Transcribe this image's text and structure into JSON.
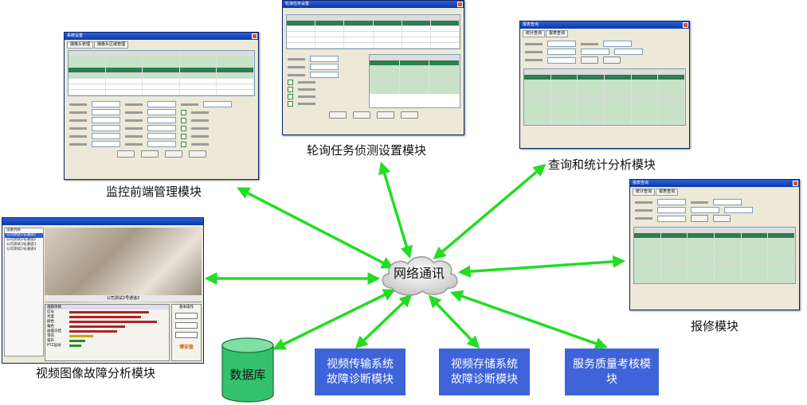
{
  "center": {
    "label": "网络通讯"
  },
  "database": {
    "label": "数据库"
  },
  "modules": {
    "frontend": "监控前端管理模块",
    "polling": "轮询任务侦测设置模块",
    "query": "查询和统计分析模块",
    "repair": "报修模块",
    "video": "视频图像故障分析模块",
    "transmission": "视频传输系统故障诊断模块",
    "storage": "视频存储系统故障诊断模块",
    "quality": "服务质量考核模块"
  },
  "windows": {
    "frontend": {
      "title": "系统设置",
      "tabs": [
        "摄像头管理",
        "摄像头区域管理"
      ]
    },
    "polling": {
      "title": "轮询任务设置"
    },
    "query": {
      "title": "报表查询",
      "tabs": [
        "统计查询",
        "报表查询"
      ]
    },
    "repair": {
      "title": "报表查询",
      "tabs": [
        "统计查询",
        "报表查询"
      ]
    },
    "video": {
      "channel_label": "公司测试2号通道2",
      "side_items": [
        "设备列表",
        "公司测试2号通道1",
        "公司测试2号通道2",
        "公司测试3号通道3",
        "公司测试2号通道4"
      ],
      "panel_title": "视频项目",
      "panel_items": [
        "信号",
        "亮度",
        "颜色",
        "偏色",
        "画面冻结",
        "雪花",
        "噪声",
        "PTZ运动"
      ],
      "ops_title": "基本操作",
      "logo_text": "博安盈"
    }
  },
  "colors": {
    "arrow": "#22dd22",
    "box": "#3f63d9",
    "db": "#33c26b"
  }
}
